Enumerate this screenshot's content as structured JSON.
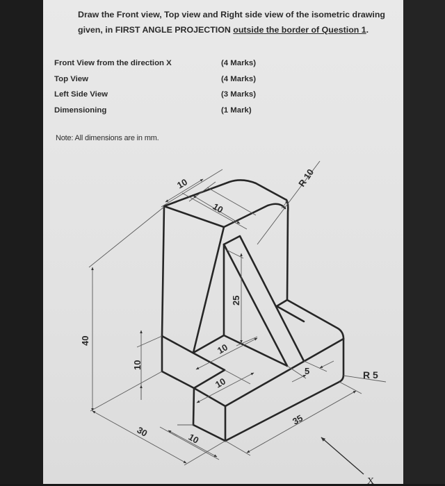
{
  "instructions": {
    "line1": "Draw the Front view, Top view and Right side view of the isometric drawing",
    "line2_prefix": "given, in FIRST ANGLE PROJECTION ",
    "line2_underlined": "outside the border of Question 1",
    "line2_suffix": "."
  },
  "marks": [
    {
      "label": "Front View from the direction X",
      "value": "(4 Marks)"
    },
    {
      "label": "Top View",
      "value": "(4 Marks)"
    },
    {
      "label": "Left Side View",
      "value": "(3 Marks)"
    },
    {
      "label": "Dimensioning",
      "value": "(1 Mark)"
    }
  ],
  "note": "Note: All dimensions are in mm.",
  "drawing": {
    "dimensions": {
      "upright_width_top": "10",
      "upright_depth_top": "10",
      "radius_top": "R 10",
      "rib_height": "25",
      "total_height": "40",
      "base_step_height": "10",
      "rib_base_depth": "10",
      "notch_depth": "10",
      "rib_offset": "5",
      "radius_corner": "R 5",
      "base_width": "30",
      "front_block_width": "10",
      "base_length": "35"
    },
    "view_direction_label": "X"
  },
  "colors": {
    "paper": "#e4e4e4",
    "background": "#1c1c1c",
    "ink": "#262626"
  }
}
